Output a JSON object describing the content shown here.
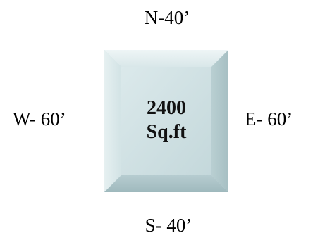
{
  "labels": {
    "north": "N-40’",
    "south": "S- 40’",
    "west": "W- 60’",
    "east": "E- 60’"
  },
  "plot": {
    "area_value": "2400",
    "area_unit": "Sq.ft",
    "fill_color": "#cfe1e3",
    "bevel_light": "#e9f2f3",
    "bevel_dark": "#a9c2c5"
  }
}
